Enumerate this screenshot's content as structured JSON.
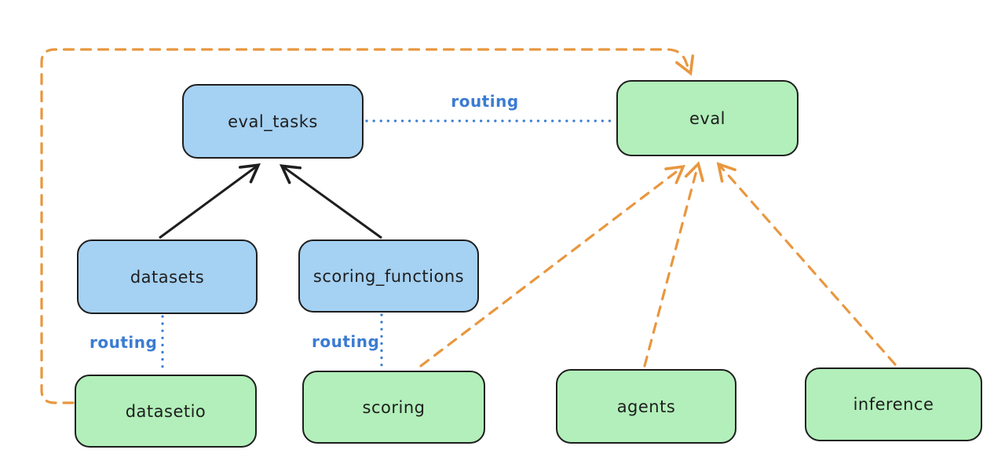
{
  "diagram": {
    "nodes": {
      "eval_tasks": {
        "label": "eval_tasks",
        "kind": "registry-blue"
      },
      "eval": {
        "label": "eval",
        "kind": "api-green"
      },
      "datasets": {
        "label": "datasets",
        "kind": "registry-blue"
      },
      "scoring_functions": {
        "label": "scoring_functions",
        "kind": "registry-blue"
      },
      "datasetio": {
        "label": "datasetio",
        "kind": "api-green"
      },
      "scoring": {
        "label": "scoring",
        "kind": "api-green"
      },
      "agents": {
        "label": "agents",
        "kind": "api-green"
      },
      "inference": {
        "label": "inference",
        "kind": "api-green"
      }
    },
    "edges": {
      "datasets_to_eval_tasks": {
        "from": "datasets",
        "to": "eval_tasks",
        "style": "solid-arrow",
        "color": "black"
      },
      "scoring_functions_to_eval_tasks": {
        "from": "scoring_functions",
        "to": "eval_tasks",
        "style": "solid-arrow",
        "color": "black"
      },
      "eval_tasks_eval_routing": {
        "from": "eval_tasks",
        "to": "eval",
        "style": "dotted",
        "color": "blue",
        "label": "routing"
      },
      "datasets_datasetio_routing": {
        "from": "datasets",
        "to": "datasetio",
        "style": "dotted",
        "color": "blue",
        "label": "routing"
      },
      "scoring_functions_scoring_routing": {
        "from": "scoring_functions",
        "to": "scoring",
        "style": "dotted",
        "color": "blue",
        "label": "routing"
      },
      "datasetio_to_eval": {
        "from": "datasetio",
        "to": "eval",
        "style": "dashed-arrow",
        "color": "orange"
      },
      "scoring_to_eval": {
        "from": "scoring",
        "to": "eval",
        "style": "dashed-arrow",
        "color": "orange"
      },
      "agents_to_eval": {
        "from": "agents",
        "to": "eval",
        "style": "dashed-arrow",
        "color": "orange"
      },
      "inference_to_eval": {
        "from": "inference",
        "to": "eval",
        "style": "dashed-arrow",
        "color": "orange"
      }
    },
    "colors": {
      "stroke_dark": "#1e1e1e",
      "blue_fill": "#a5d1f2",
      "green_fill": "#b2efba",
      "routing_blue": "#3b7cd2",
      "orange": "#e8973f",
      "background": "#ffffff"
    }
  }
}
